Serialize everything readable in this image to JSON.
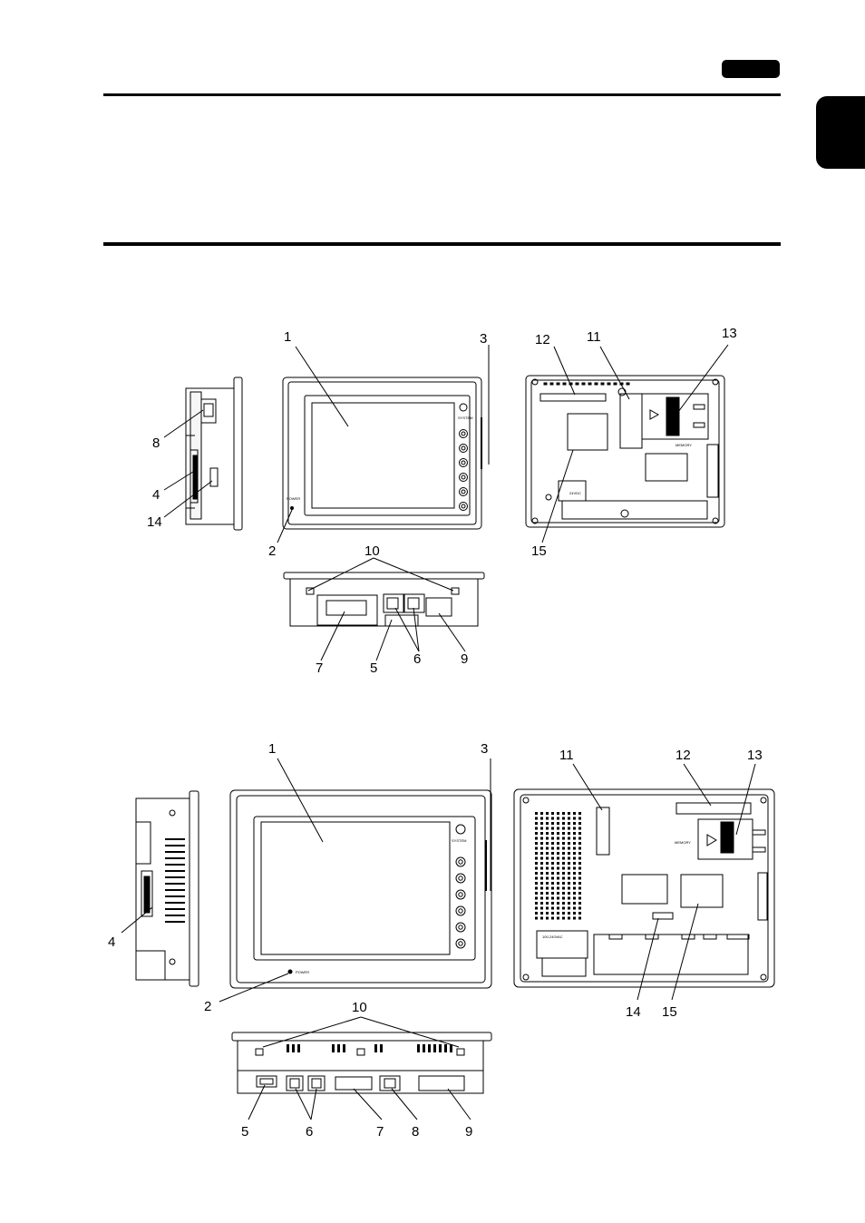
{
  "callouts": {
    "top": {
      "c1": "1",
      "c2": "2",
      "c3": "3",
      "c4": "4",
      "c5": "5",
      "c6": "6",
      "c7": "7",
      "c8": "8",
      "c9": "9",
      "c10": "10",
      "c11": "11",
      "c12": "12",
      "c13": "13",
      "c14": "14",
      "c15": "15"
    },
    "bottom": {
      "c1": "1",
      "c2": "2",
      "c3": "3",
      "c4": "4",
      "c5": "5",
      "c6": "6",
      "c7": "7",
      "c8": "8",
      "c9": "9",
      "c10": "10",
      "c11": "11",
      "c12": "12",
      "c13": "13",
      "c14": "14",
      "c15": "15"
    }
  },
  "panel_text": {
    "power": "POWER",
    "system": "SYSTEM",
    "dc24": "24VDC",
    "ac100": "100-240VAC",
    "memory": "MEMORY"
  }
}
